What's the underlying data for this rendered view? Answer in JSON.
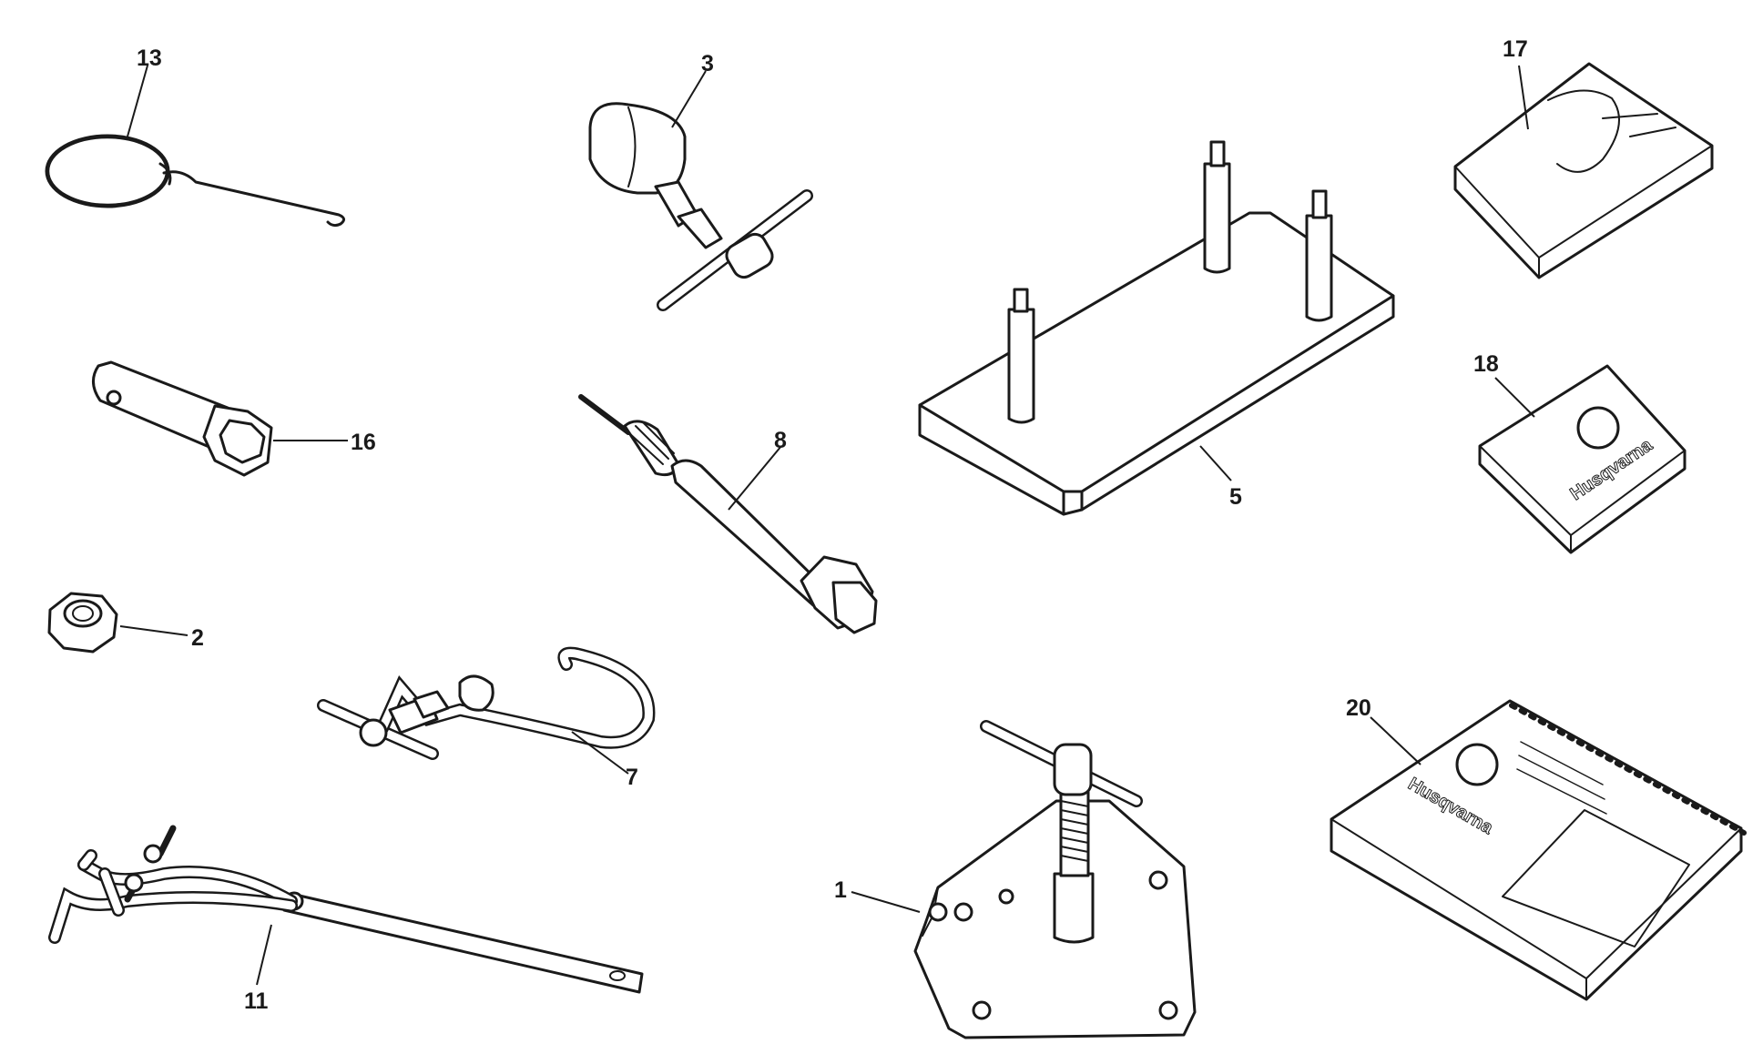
{
  "callouts": {
    "p1": "1",
    "p2": "2",
    "p3": "3",
    "p5": "5",
    "p7": "7",
    "p8": "8",
    "p11": "11",
    "p13": "13",
    "p16": "16",
    "p17": "17",
    "p18": "18",
    "p20": "20"
  },
  "booklet_text": {
    "brand_18": "Husqvarna",
    "brand_20": "Husqvarna"
  }
}
